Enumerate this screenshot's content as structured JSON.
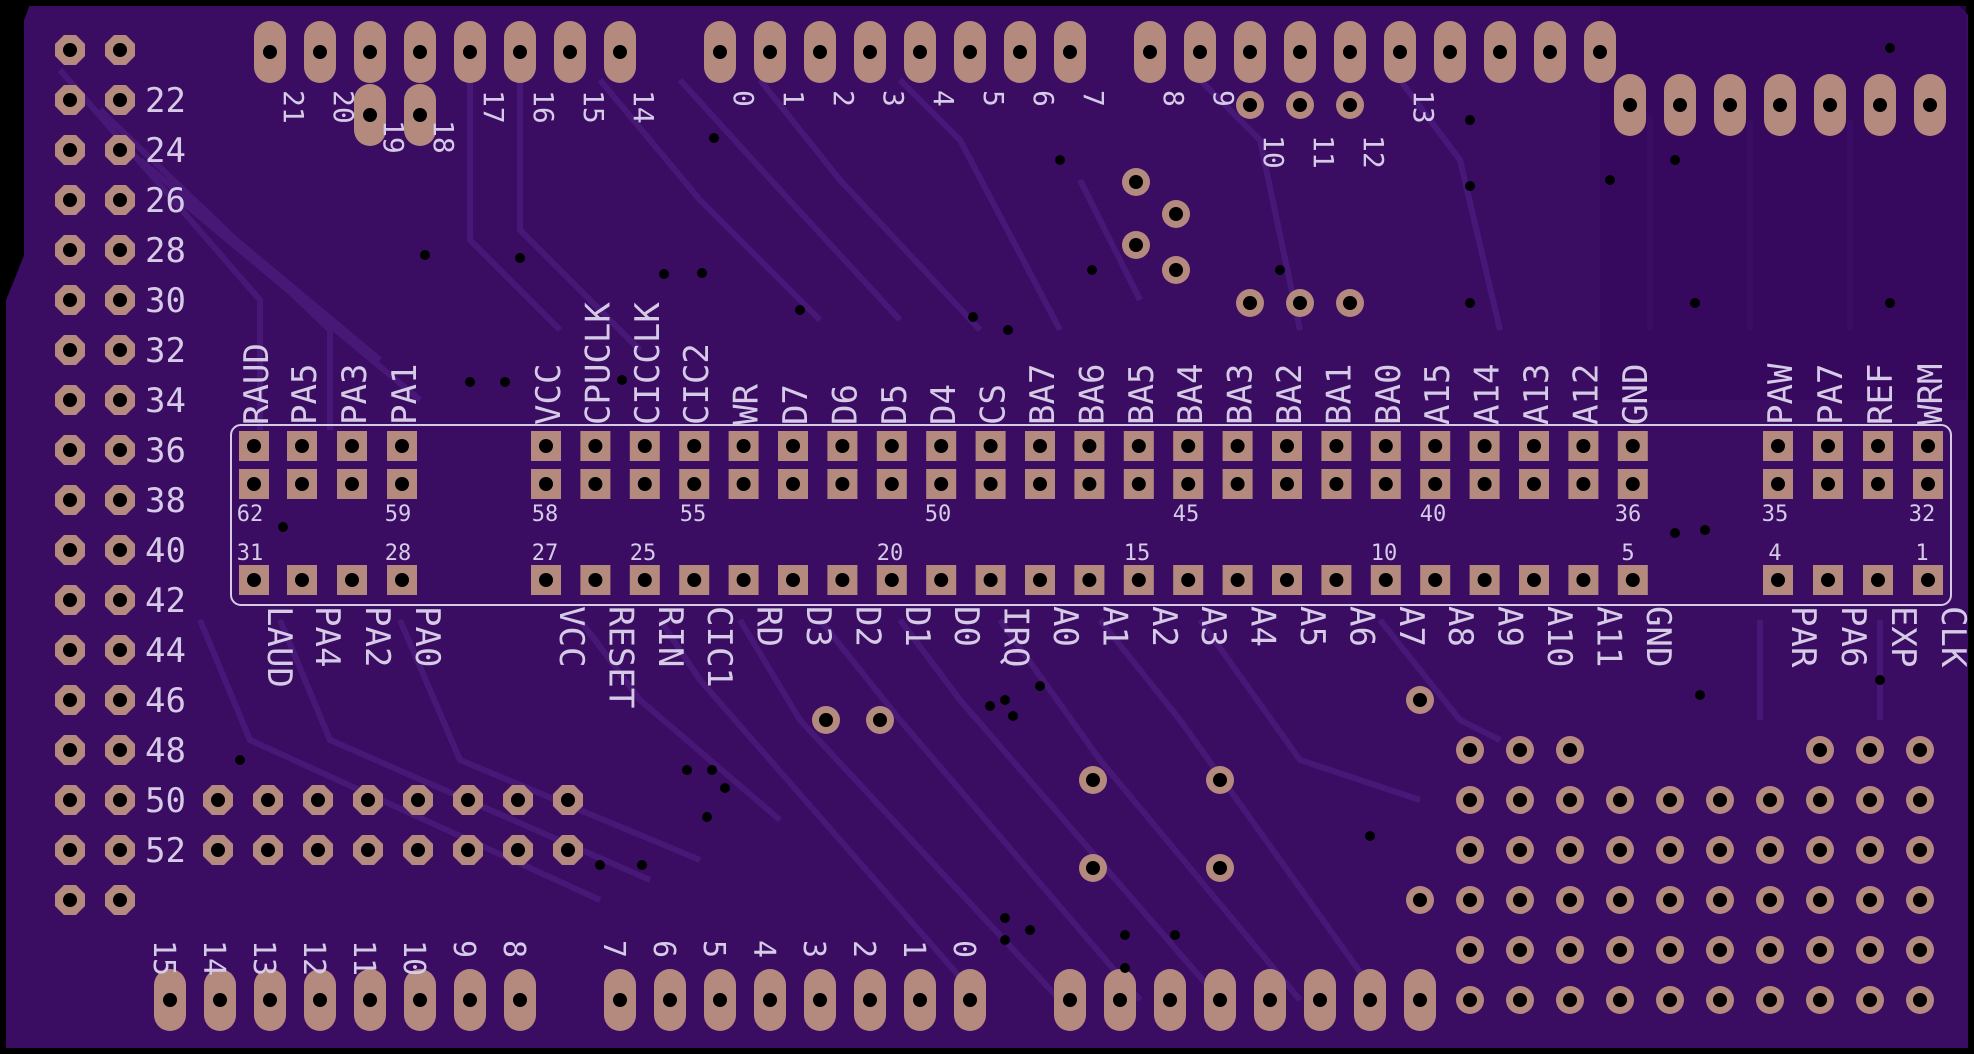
{
  "colors": {
    "board": "#3a0d63",
    "trace": "#4a1a7a",
    "pad": "#b48a7e",
    "hole": "#000000",
    "silk": "#d6cbe6",
    "edge": "#000000"
  },
  "top_header_labels": {
    "row1": [
      "21",
      "20",
      "19",
      "18",
      "17",
      "16",
      "15",
      "14"
    ],
    "row2": [
      "0",
      "1",
      "2",
      "3",
      "4",
      "5",
      "6",
      "7"
    ],
    "row3": [
      "8",
      "9",
      "10",
      "11",
      "12",
      "13"
    ]
  },
  "left_header_labels": [
    "22",
    "24",
    "26",
    "28",
    "30",
    "32",
    "34",
    "36",
    "38",
    "40",
    "42",
    "44",
    "46",
    "48",
    "50",
    "52"
  ],
  "bottom_header_labels": [
    "15",
    "14",
    "13",
    "12",
    "11",
    "10",
    "9",
    "8",
    "7",
    "6",
    "5",
    "4",
    "3",
    "2",
    "1",
    "0"
  ],
  "connector": {
    "top_signals": [
      "RAUD",
      "PA5",
      "PA3",
      "PA1",
      "VCC",
      "CPUCLK",
      "CICCLK",
      "CIC2",
      "WR",
      "D7",
      "D6",
      "D5",
      "D4",
      "CS",
      "BA7",
      "BA6",
      "BA5",
      "BA4",
      "BA3",
      "BA2",
      "BA1",
      "BA0",
      "A15",
      "A14",
      "A13",
      "A12",
      "GND",
      "PAW",
      "PA7",
      "REF",
      "WRM"
    ],
    "bottom_signals": [
      "LAUD",
      "PA4",
      "PA2",
      "PA0",
      "VCC",
      "RESET",
      "RIN",
      "CIC1",
      "RD",
      "D3",
      "D2",
      "D1",
      "D0",
      "IRQ",
      "A0",
      "A1",
      "A2",
      "A3",
      "A4",
      "A5",
      "A6",
      "A7",
      "A8",
      "A9",
      "A10",
      "A11",
      "GND",
      "PAR",
      "PA6",
      "EXP",
      "CLK"
    ],
    "upper_pin_numbers": [
      "62",
      "59",
      "58",
      "55",
      "50",
      "45",
      "40",
      "36",
      "35",
      "32"
    ],
    "lower_pin_numbers": [
      "31",
      "28",
      "27",
      "25",
      "20",
      "15",
      "10",
      "5",
      "4",
      "1"
    ]
  }
}
